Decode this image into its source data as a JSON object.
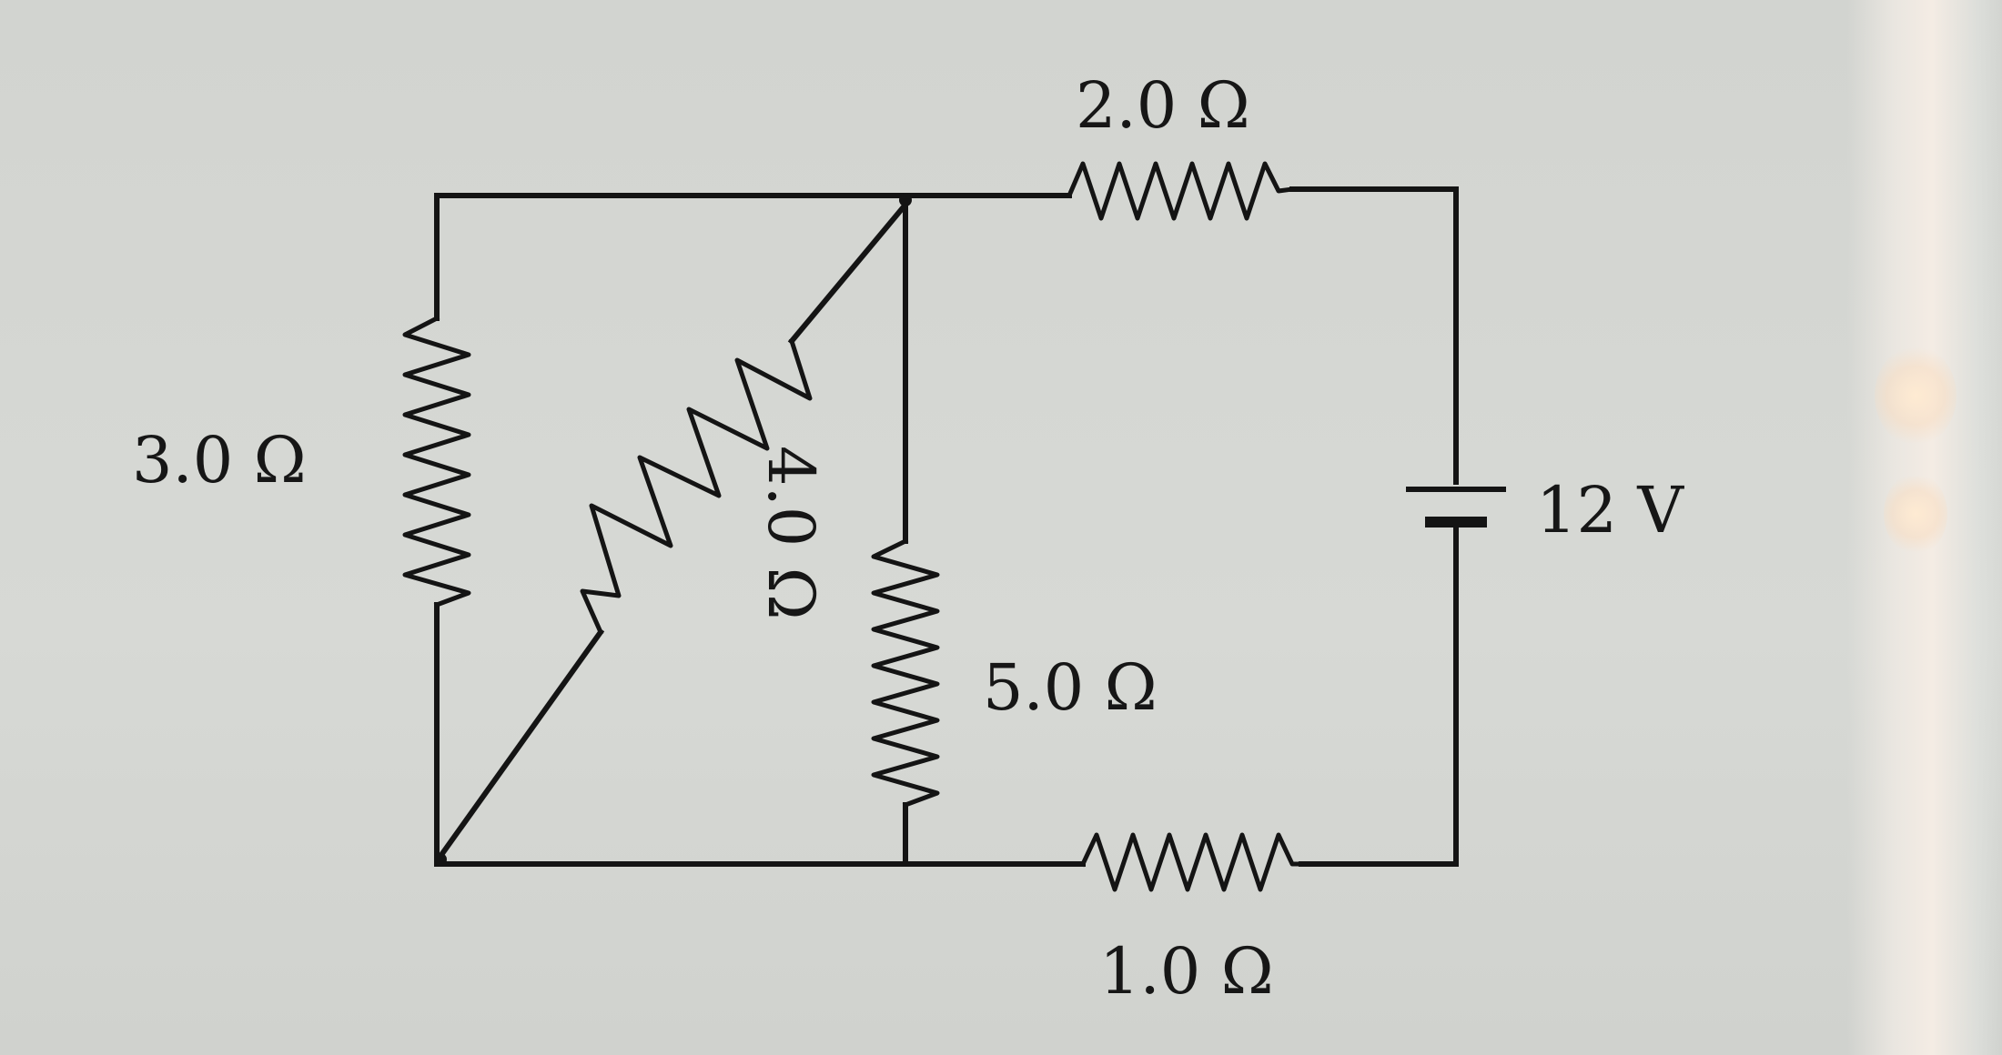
{
  "diagram": {
    "type": "circuit",
    "resistors": [
      {
        "id": "r-top",
        "label": "2.0 Ω"
      },
      {
        "id": "r-left",
        "label": "3.0 Ω"
      },
      {
        "id": "r-diagonal",
        "label": "4.0 Ω"
      },
      {
        "id": "r-middle",
        "label": "5.0 Ω"
      },
      {
        "id": "r-bottom",
        "label": "1.0 Ω"
      }
    ],
    "battery": {
      "label": "12 V"
    }
  }
}
